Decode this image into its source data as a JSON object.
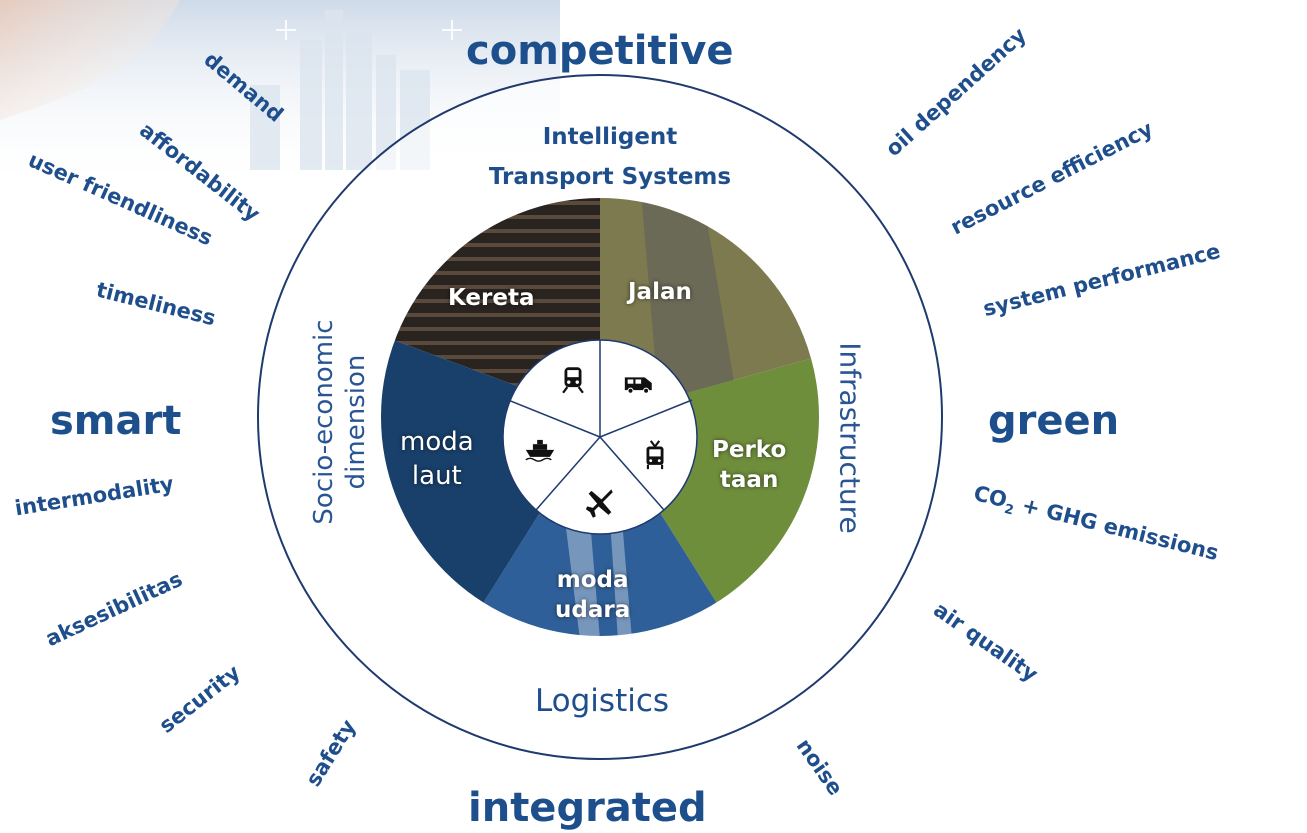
{
  "pillars": {
    "competitive": "competitive",
    "smart": "smart",
    "green": "green",
    "integrated": "integrated"
  },
  "keywords": {
    "demand": "demand",
    "affordability": "affordability",
    "user_friendliness": "user friendliness",
    "timeliness": "timeliness",
    "intermodality": "intermodality",
    "aksesibilitas": "aksesibilitas",
    "security": "security",
    "safety": "safety",
    "oil_dependency": "oil dependency",
    "resource_efficiency": "resource efficiency",
    "system_performance": "system performance",
    "co2": "CO",
    "co2_sub": "2",
    "ghg": " + GHG emissions",
    "air_quality": "air quality",
    "noise": "noise"
  },
  "ring": {
    "top_line1": "Intelligent",
    "top_line2": "Transport Systems",
    "left_line1": "Socio-economic",
    "left_line2": "dimension",
    "right": "Infrastructure",
    "bottom": "Logistics"
  },
  "segments": {
    "kereta": "Kereta",
    "jalan": "Jalan",
    "perkotaan_1": "Perko",
    "perkotaan_2": "taan",
    "udara_1": "moda",
    "udara_2": "udara",
    "laut_1": "moda",
    "laut_2": "laut"
  },
  "icons": [
    "train-icon",
    "van-icon",
    "tram-icon",
    "airplane-icon",
    "ship-icon"
  ],
  "colors": {
    "keyword": "#1f4e8c",
    "ring_line": "#1f3a6e",
    "rail": "#2a2420",
    "road": "#7d7a50",
    "urban": "#6f8e3c",
    "air": "#2f5f98",
    "sea": "#18406a"
  }
}
